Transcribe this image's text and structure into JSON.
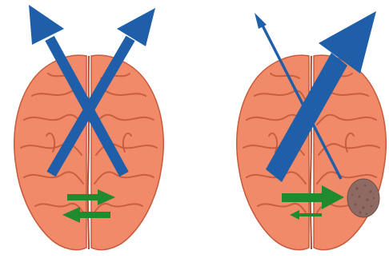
{
  "colors": {
    "background": "#ffffff",
    "brain_fill": "#f08a68",
    "brain_fill_light": "#f6a486",
    "brain_outline": "#c85a3c",
    "sulcus": "#c2563a",
    "arrow_blue": "#1f5ea8",
    "arrow_green": "#1f8a2e",
    "lesion_fill": "#8e6a62",
    "lesion_dots": "#5f433d"
  },
  "panels": [
    {
      "id": "left",
      "blue_arrows": [
        {
          "id": "left-hemisphere-arrow",
          "direction": "up-left",
          "relative_strength": "strong"
        },
        {
          "id": "right-hemisphere-arrow",
          "direction": "up-right",
          "relative_strength": "strong"
        }
      ],
      "green_arrows": [
        {
          "id": "rightward",
          "direction": "right",
          "relative_strength": "strong"
        },
        {
          "id": "leftward",
          "direction": "left",
          "relative_strength": "strong"
        }
      ],
      "lesion": false
    },
    {
      "id": "right",
      "blue_arrows": [
        {
          "id": "thin-arrow",
          "direction": "up-left",
          "relative_strength": "weak"
        },
        {
          "id": "thick-arrow",
          "direction": "up-right",
          "relative_strength": "very strong"
        }
      ],
      "green_arrows": [
        {
          "id": "rightward",
          "direction": "right",
          "relative_strength": "strong"
        },
        {
          "id": "leftward",
          "direction": "left",
          "relative_strength": "weak"
        }
      ],
      "lesion": true
    }
  ]
}
